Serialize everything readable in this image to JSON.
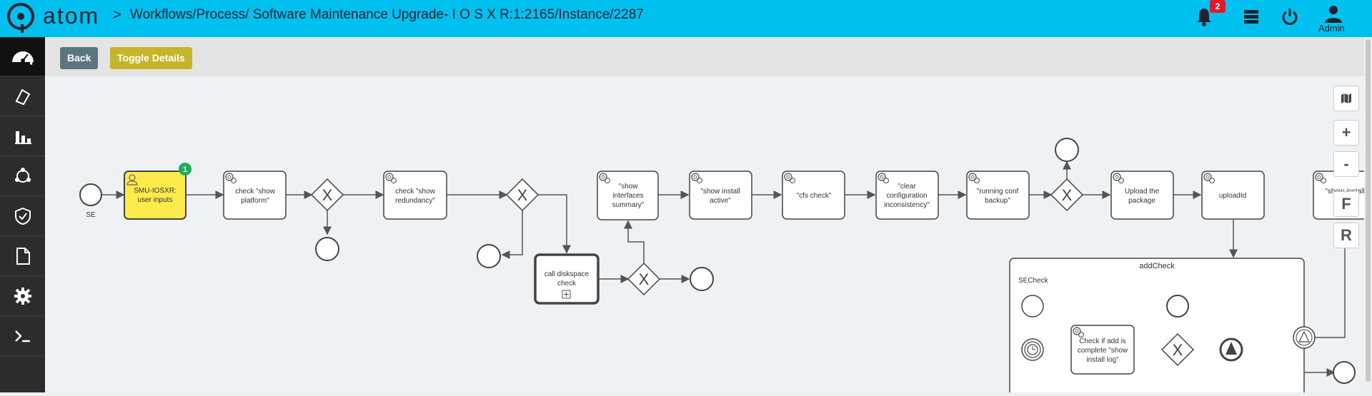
{
  "header": {
    "brand": "atom",
    "breadcrumb_arrow": ">",
    "breadcrumb": "Workflows/Process/ Software Maintenance Upgrade- I O S X R:1:2165/Instance/2287",
    "notification_count": "2",
    "user_label": "Admin"
  },
  "sidebar": {
    "items": [
      {
        "icon": "dashboard-icon"
      },
      {
        "icon": "resource-icon"
      },
      {
        "icon": "chart-icon"
      },
      {
        "icon": "network-icon"
      },
      {
        "icon": "shield-icon"
      },
      {
        "icon": "document-icon"
      },
      {
        "icon": "gear-icon"
      },
      {
        "icon": "terminal-icon"
      }
    ]
  },
  "toolbar": {
    "back_label": "Back",
    "toggle_label": "Toggle Details"
  },
  "canvas_controls": {
    "zoom_in": "+",
    "zoom_out": "-",
    "fit": "F",
    "reset": "R"
  },
  "diagram": {
    "start_label": "SE",
    "tasks": {
      "user_inputs": [
        "SMU-IOSXR:",
        "user inputs"
      ],
      "user_inputs_badge": "1",
      "show_platform": [
        "check \"show",
        "platform\""
      ],
      "show_redundancy": [
        "check \"show",
        "redundancy\""
      ],
      "diskspace": [
        "call diskspace",
        "check"
      ],
      "interfaces_summary": [
        "\"show",
        "interfaces",
        "summary\""
      ],
      "install_active": [
        "\"show install",
        "active\""
      ],
      "cfs_check": [
        "\"cfs check\""
      ],
      "clear_config": [
        "\"clear",
        "configuration",
        "inconsistency\""
      ],
      "running_conf": [
        "\"running conf",
        "backup\""
      ],
      "upload_package": [
        "Upload the",
        "package"
      ],
      "upload_id": [
        "uploadId"
      ],
      "show_install_partial": [
        "\"show install"
      ],
      "check_add": [
        "Check if add is",
        "complete \"show",
        "install log\""
      ]
    },
    "subprocess_title": "addCheck",
    "subprocess_start_label": "SECheck"
  }
}
